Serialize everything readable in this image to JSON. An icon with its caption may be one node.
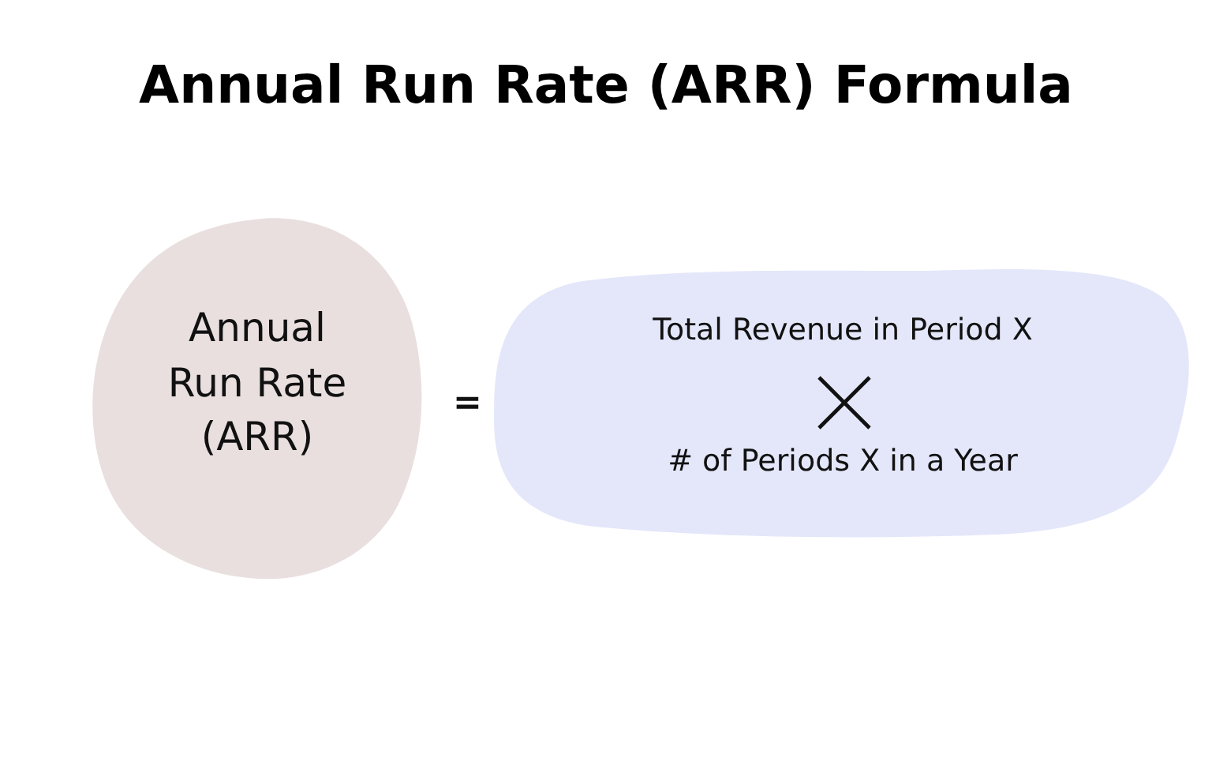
{
  "diagram": {
    "title": "Annual Run Rate (ARR) Formula",
    "nodes": [
      {
        "text": [
          "Annual Run Rate (ARR)"
        ]
      },
      {
        "text": [
          "Total Revenue in Period X",
          "# of Periods X in a Year"
        ]
      }
    ],
    "labels": [
      "="
    ]
  }
}
